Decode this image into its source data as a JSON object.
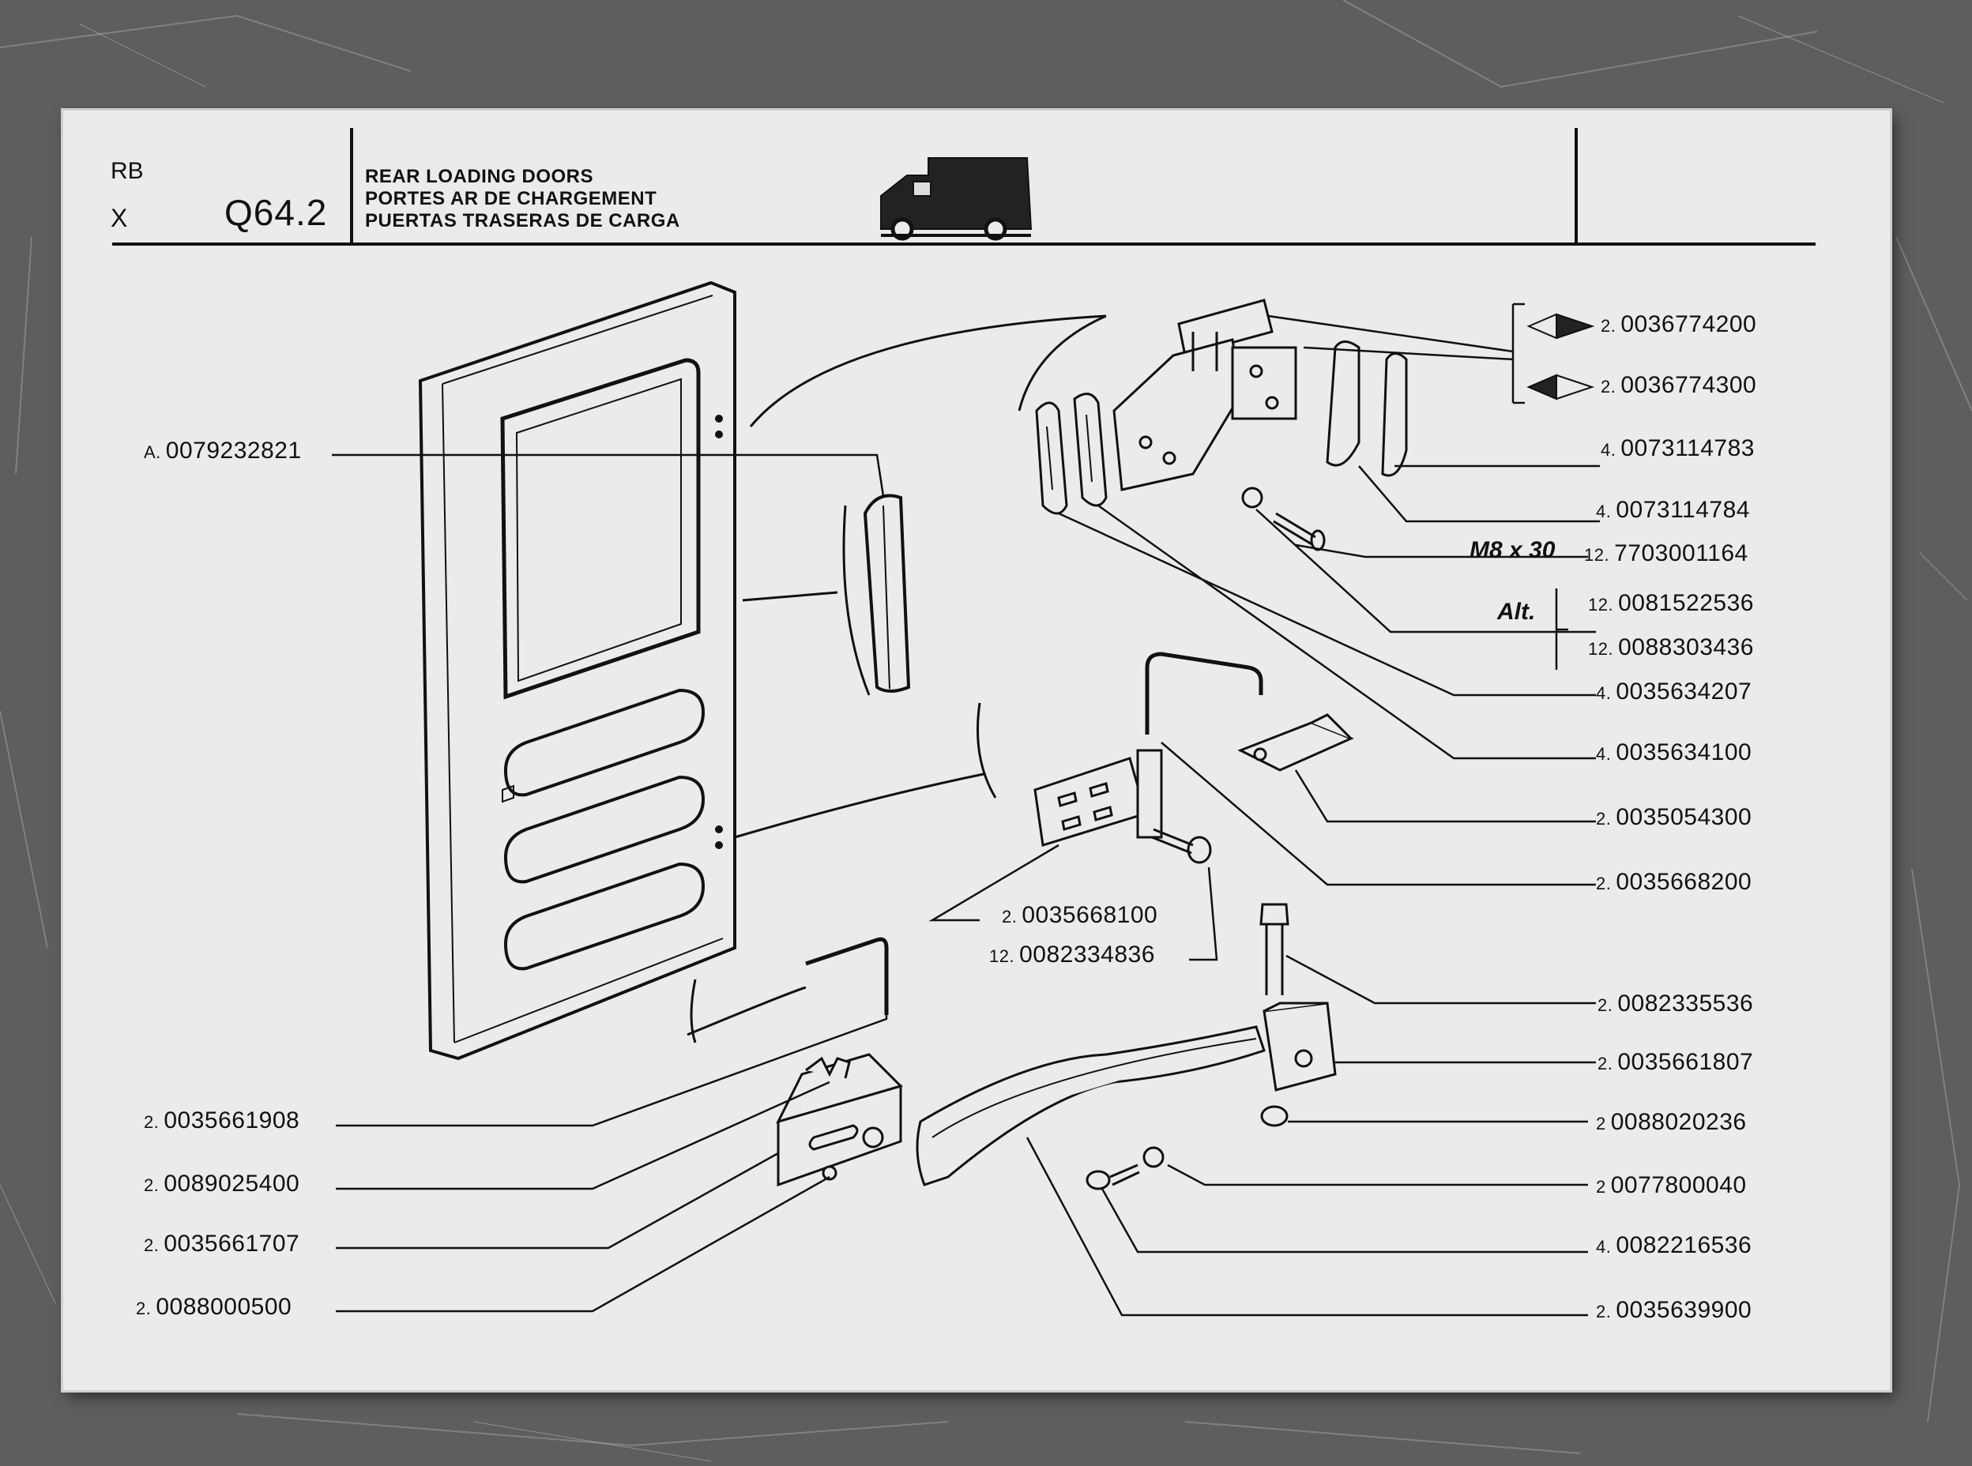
{
  "header": {
    "code_rb": "RB",
    "code_x": "X",
    "reference": "Q64.2",
    "title_en": "REAR LOADING DOORS",
    "title_fr": "PORTES AR DE CHARGEMENT",
    "title_es": "PUERTAS TRASERAS DE CARGA",
    "vehicle_icon": "van-icon"
  },
  "specs": {
    "bolt_size": "M8 x 30",
    "alt": "Alt."
  },
  "colors": {
    "background": "#5e5e5e",
    "paper": "#ebebeb",
    "ink": "#111111"
  },
  "parts": [
    {
      "qty": "A.",
      "number": "0079232821"
    },
    {
      "qty": "2.",
      "number": "0036774200"
    },
    {
      "qty": "2.",
      "number": "0036774300"
    },
    {
      "qty": "4.",
      "number": "0073114783"
    },
    {
      "qty": "4.",
      "number": "0073114784"
    },
    {
      "qty": "12.",
      "number": "7703001164"
    },
    {
      "qty": "12.",
      "number": "0081522536"
    },
    {
      "qty": "12.",
      "number": "0088303436"
    },
    {
      "qty": "4.",
      "number": "0035634207"
    },
    {
      "qty": "4.",
      "number": "0035634100"
    },
    {
      "qty": "2.",
      "number": "0035054300"
    },
    {
      "qty": "2.",
      "number": "0035668200"
    },
    {
      "qty": "2.",
      "number": "0035668100"
    },
    {
      "qty": "12.",
      "number": "0082334836"
    },
    {
      "qty": "2.",
      "number": "0082335536"
    },
    {
      "qty": "2.",
      "number": "0035661807"
    },
    {
      "qty": "2",
      "number": "0088020236"
    },
    {
      "qty": "2",
      "number": "0077800040"
    },
    {
      "qty": "4.",
      "number": "0082216536"
    },
    {
      "qty": "2.",
      "number": "0035639900"
    },
    {
      "qty": "2.",
      "number": "0035661908"
    },
    {
      "qty": "2.",
      "number": "0089025400"
    },
    {
      "qty": "2.",
      "number": "0035661707"
    },
    {
      "qty": "2.",
      "number": "0088000500"
    }
  ]
}
